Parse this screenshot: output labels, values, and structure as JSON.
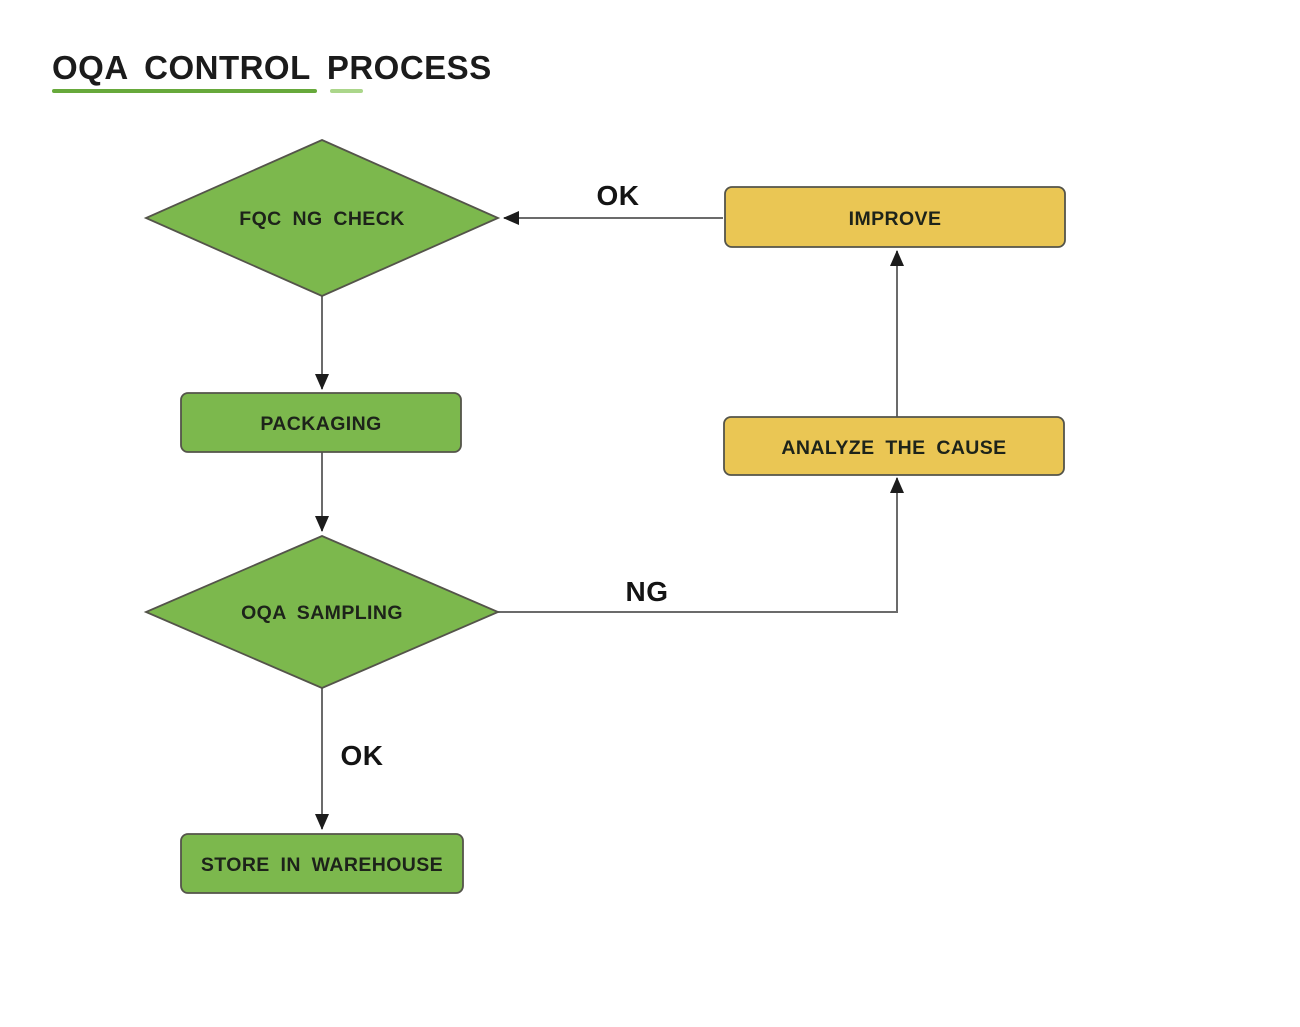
{
  "title": "OQA CONTROL PROCESS",
  "colors": {
    "node_green": "#7cb84d",
    "node_yellow": "#eac654",
    "underline_dark": "#67a93b",
    "underline_light": "#abd68a"
  },
  "nodes": {
    "fqc_check": {
      "shape": "diamond",
      "label": "FQC NG CHECK"
    },
    "packaging": {
      "shape": "rect",
      "label": "PACKAGING"
    },
    "oqa_sampling": {
      "shape": "diamond",
      "label": "OQA SAMPLING"
    },
    "store_warehouse": {
      "shape": "rect",
      "label": "STORE IN WAREHOUSE"
    },
    "improve": {
      "shape": "rect",
      "label": "IMPROVE"
    },
    "analyze_cause": {
      "shape": "rect",
      "label": "ANALYZE THE CAUSE"
    }
  },
  "edge_labels": {
    "improve_to_fqc": "OK",
    "oqa_to_analyze": "NG",
    "oqa_to_store": "OK"
  }
}
